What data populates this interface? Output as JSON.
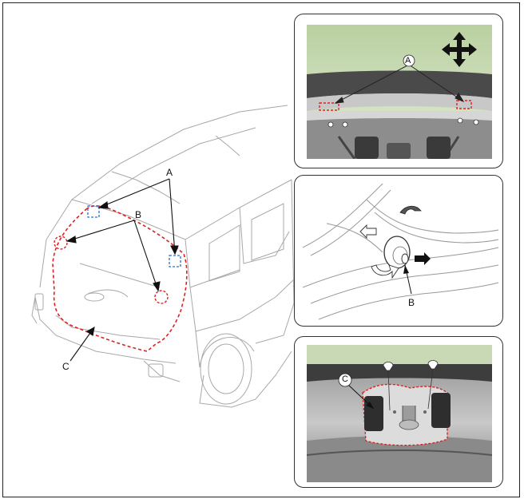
{
  "main_diagram": {
    "callouts": {
      "a": "A",
      "b": "B",
      "c": "C"
    }
  },
  "detail_top": {
    "callouts": {
      "a": "A"
    },
    "icons": [
      "four-way-arrow-icon"
    ]
  },
  "detail_middle": {
    "callouts": {
      "b": "B"
    }
  },
  "detail_bottom": {
    "callouts": {
      "c": "C"
    }
  },
  "colors": {
    "highlight": "#e02020",
    "marker_blue": "#2b6fd6",
    "photo_green": "#c9d9b6",
    "line": "#9a9a9a"
  }
}
